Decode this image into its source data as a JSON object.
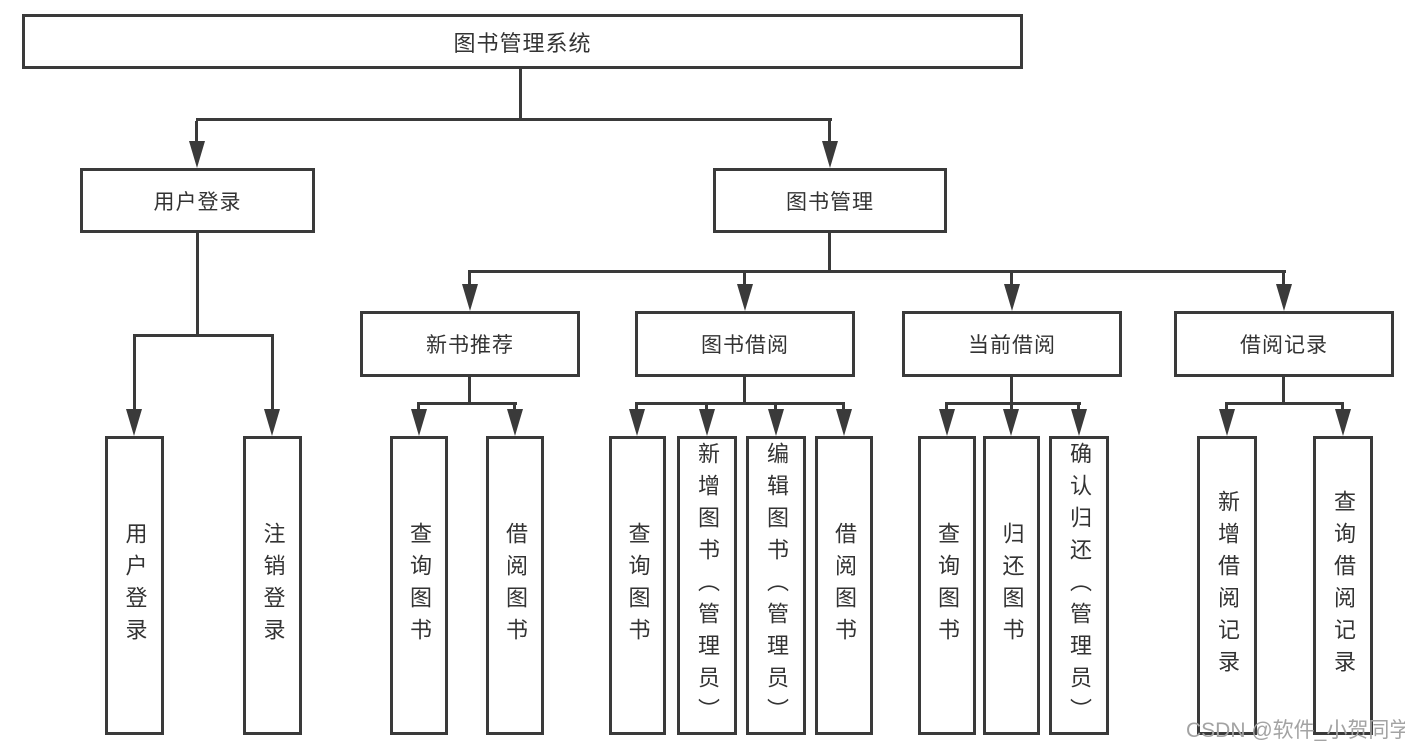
{
  "tree": {
    "label": "图书管理系统",
    "children": [
      {
        "label": "用户登录",
        "children": [
          {
            "label": "用户登录"
          },
          {
            "label": "注销登录"
          }
        ]
      },
      {
        "label": "图书管理",
        "children": [
          {
            "label": "新书推荐",
            "children": [
              {
                "label": "查询图书"
              },
              {
                "label": "借阅图书"
              }
            ]
          },
          {
            "label": "图书借阅",
            "children": [
              {
                "label": "查询图书"
              },
              {
                "label": "新增图书（管理员）"
              },
              {
                "label": "编辑图书（管理员）"
              },
              {
                "label": "借阅图书"
              }
            ]
          },
          {
            "label": "当前借阅",
            "children": [
              {
                "label": "查询图书"
              },
              {
                "label": "归还图书"
              },
              {
                "label": "确认归还（管理员）"
              }
            ]
          },
          {
            "label": "借阅记录",
            "children": [
              {
                "label": "新增借阅记录"
              },
              {
                "label": "查询借阅记录"
              }
            ]
          }
        ]
      }
    ]
  },
  "watermark": {
    "text": "CSDN @软件_小贺同学"
  },
  "colors": {
    "line": "#3a3a3a",
    "text": "#333333",
    "background": "#ffffff",
    "watermark": "#a3a3a3"
  }
}
